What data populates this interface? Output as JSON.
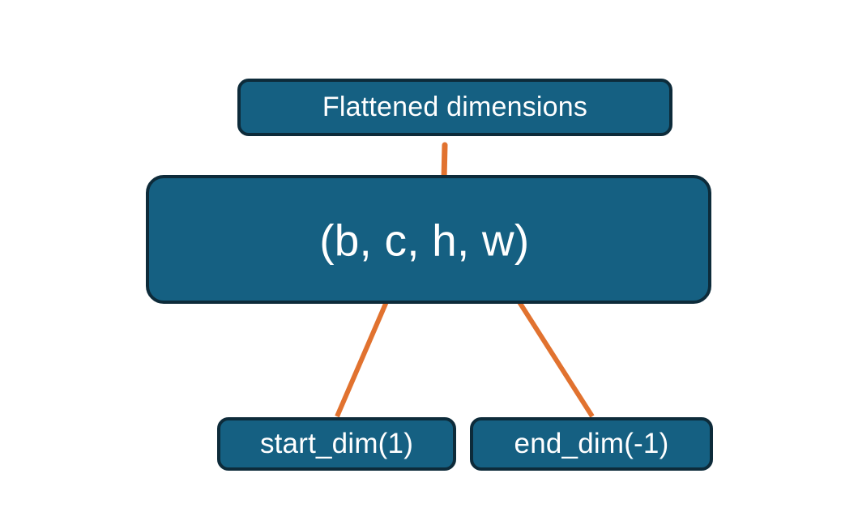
{
  "diagram": {
    "title_node": {
      "label": "Flattened dimensions",
      "name": "flattened-dimensions-node"
    },
    "tuple_node": {
      "label": "(b, c, h, w)",
      "name": "shape-tuple-node"
    },
    "start_node": {
      "label": "start_dim(1)",
      "name": "start-dim-node"
    },
    "end_node": {
      "label": "end_dim(-1)",
      "name": "end-dim-node"
    },
    "connectors": [
      {
        "name": "brace-connector",
        "from": "shape-tuple-node",
        "to": "flattened-dimensions-node",
        "style": "curly-brace-up"
      },
      {
        "name": "start-dim-arrow",
        "from": "start-dim-node",
        "to": "shape-tuple-node",
        "style": "arrow-up-right"
      },
      {
        "name": "end-dim-arrow",
        "from": "end-dim-node",
        "to": "shape-tuple-node",
        "style": "arrow-up-left"
      }
    ],
    "colors": {
      "box_fill": "#156082",
      "box_border": "#0d2b3a",
      "text": "#ffffff",
      "accent_orange": "#e1722f",
      "background": "#ffffff"
    }
  }
}
